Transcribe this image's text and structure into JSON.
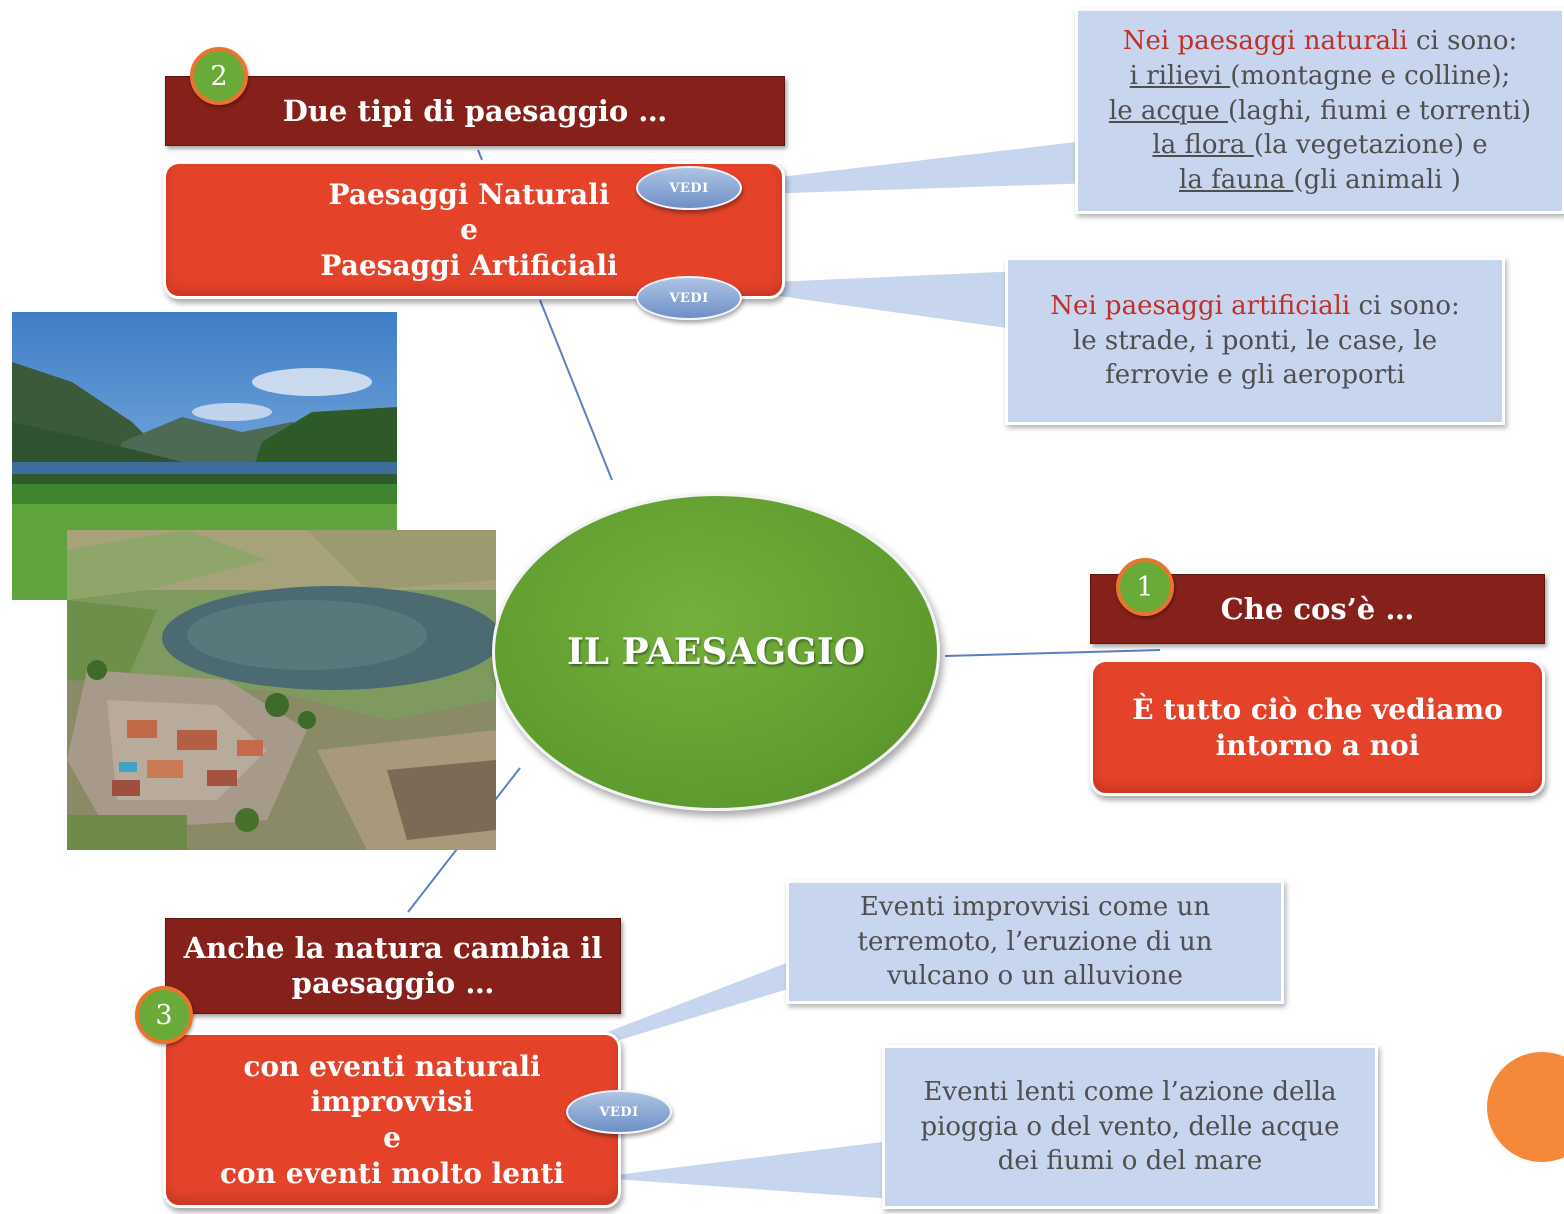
{
  "center": {
    "title": "IL PAESAGGIO"
  },
  "section1": {
    "number": "1",
    "header": "Che cos’è …",
    "body_lines": [
      "È tutto ciò che vediamo",
      "intorno a noi"
    ]
  },
  "section2": {
    "number": "2",
    "header": "Due tipi di paesaggio …",
    "body_lines": [
      "Paesaggi Naturali",
      "e",
      "Paesaggi Artificiali"
    ],
    "vedi_label": "VEDI",
    "note_natural": {
      "line1_hl": "Nei paesaggi naturali",
      "line1_rest": " ci sono:",
      "items": [
        {
          "term": "i rilievi ",
          "desc": "(montagne e colline);"
        },
        {
          "term": "le acque ",
          "desc": "(laghi, fiumi e torrenti)"
        },
        {
          "term": "la flora ",
          "desc": "(la vegetazione) e"
        },
        {
          "term": "la fauna ",
          "desc": "(gli animali )"
        }
      ]
    },
    "note_artificial": {
      "line1_hl": "Nei paesaggi artificiali",
      "line1_rest": " ci sono:",
      "line2": "le strade, i ponti, le case, le",
      "line3": "ferrovie e gli aeroporti"
    }
  },
  "section3": {
    "number": "3",
    "header_lines": [
      "Anche la natura cambia il",
      "paesaggio …"
    ],
    "body_lines": [
      "con eventi naturali",
      "improvvisi",
      "e",
      "con eventi molto lenti"
    ],
    "vedi_label": "VEDI",
    "note_sudden": [
      "Eventi improvvisi come un",
      "terremoto, l’eruzione di un",
      "vulcano o un alluvione"
    ],
    "note_slow": [
      "Eventi lenti come l’azione della",
      "pioggia o del vento, delle acque",
      "dei fiumi o del mare"
    ]
  },
  "colors": {
    "header_bg": "#85201a",
    "box_bg": "#e4432a",
    "badge_bg": "#6aaa39",
    "badge_border": "#e8742e",
    "center_bg": "#5f9a2e",
    "note_bg": "#c7d5ef",
    "highlight": "#c0302a"
  }
}
